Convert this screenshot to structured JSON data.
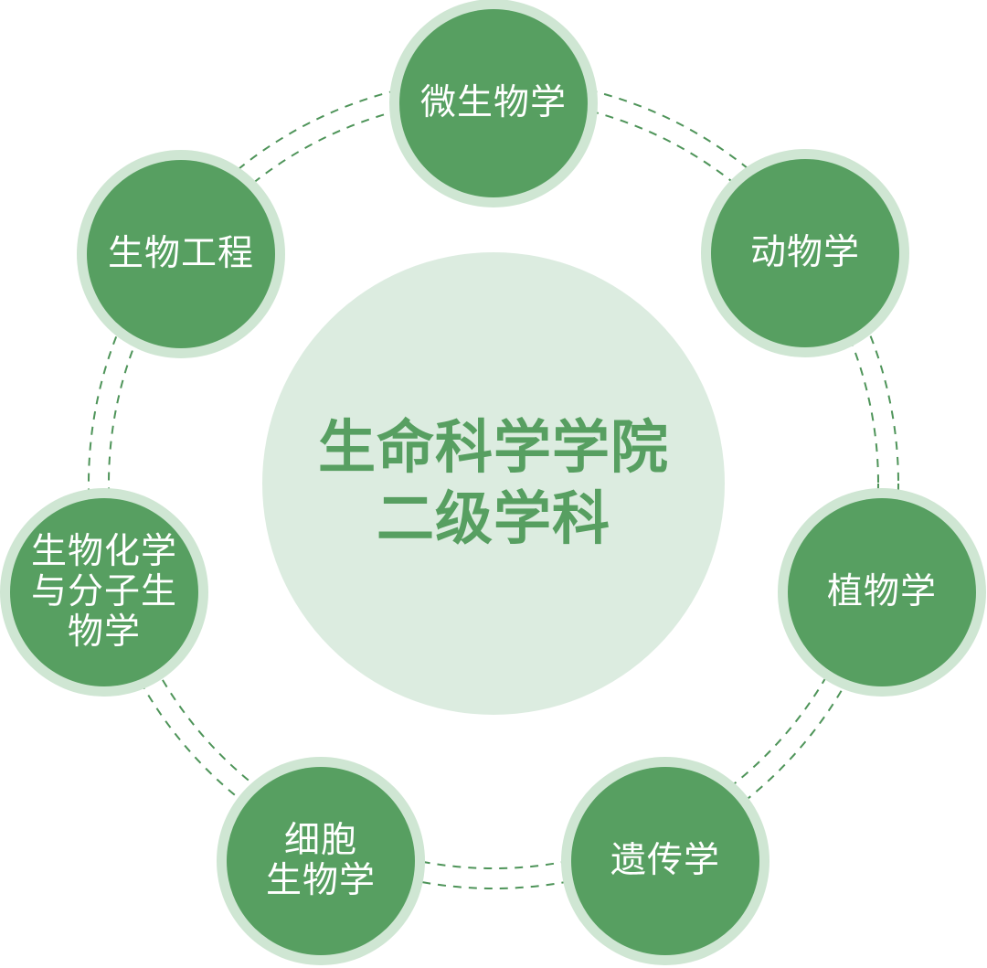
{
  "diagram": {
    "colors": {
      "node_fill": "#579f61",
      "node_ring": "#cfe6d3",
      "hub_fill": "#dcece0",
      "hub_text": "#579f61",
      "connector": "#4e9459",
      "node_text": "#ffffff"
    },
    "center": {
      "line1": "生命科学学院",
      "line2": "二级学科"
    },
    "nodes": [
      {
        "id": "microbiology",
        "lines": [
          "微生物学"
        ]
      },
      {
        "id": "zoology",
        "lines": [
          "动物学"
        ]
      },
      {
        "id": "botany",
        "lines": [
          "植物学"
        ]
      },
      {
        "id": "genetics",
        "lines": [
          "遗传学"
        ]
      },
      {
        "id": "cell-biology",
        "lines": [
          "细胞",
          "生物学"
        ]
      },
      {
        "id": "biochemistry-molecular-biology",
        "lines": [
          "生物化学",
          "与分子生",
          "物学"
        ]
      },
      {
        "id": "bioengineering",
        "lines": [
          "生物工程"
        ]
      }
    ]
  }
}
